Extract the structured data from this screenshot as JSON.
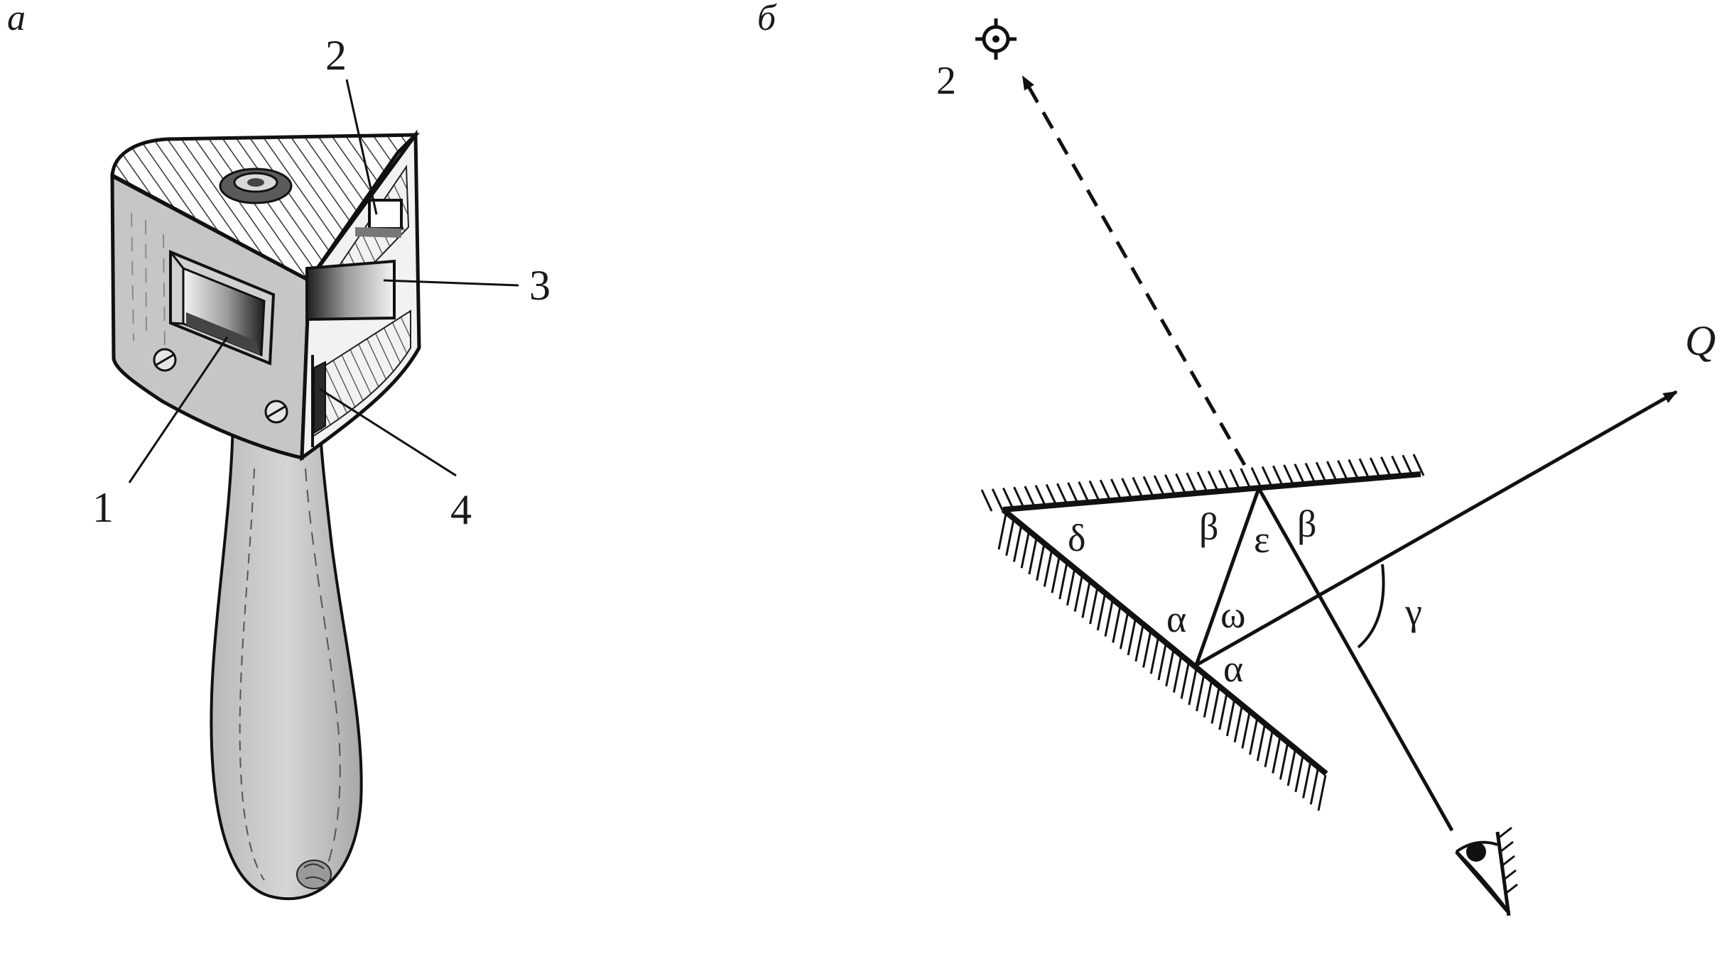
{
  "panels": {
    "a": {
      "label": "а"
    },
    "b": {
      "label": "б"
    }
  },
  "panel_a": {
    "callouts": [
      "1",
      "2",
      "3",
      "4"
    ]
  },
  "panel_b": {
    "target_label": "2",
    "ray_label": "Q",
    "angles": {
      "delta": "δ",
      "beta_left": "β",
      "epsilon": "ε",
      "beta_right": "β",
      "alpha_left": "α",
      "omega": "ω",
      "alpha_bottom": "α",
      "gamma": "γ"
    },
    "icons": [
      "crosshair-target-icon",
      "eye-icon"
    ]
  }
}
